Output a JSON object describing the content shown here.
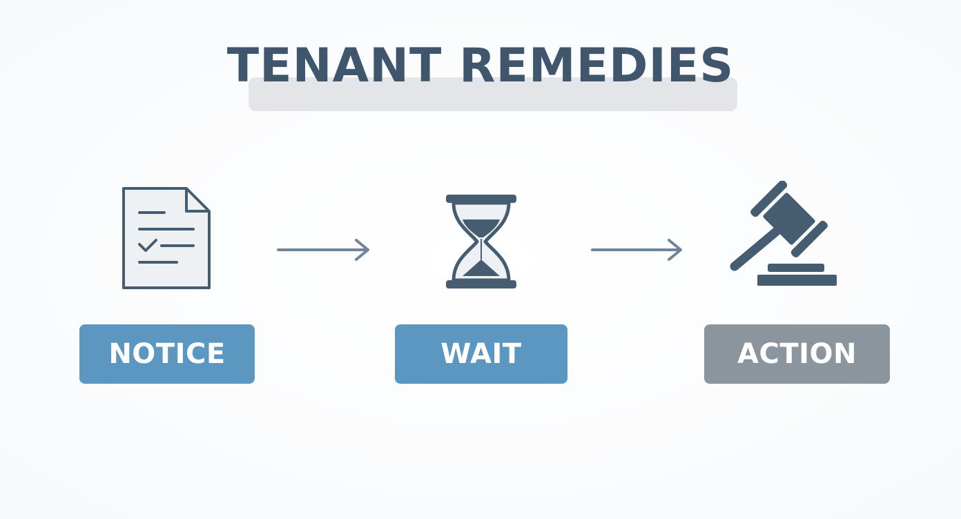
{
  "title": "TENANT REMEDIES",
  "steps": [
    {
      "label": "NOTICE",
      "icon": "document-checklist-icon",
      "color": "#5b97c0"
    },
    {
      "label": "WAIT",
      "icon": "hourglass-icon",
      "color": "#5b97c0"
    },
    {
      "label": "ACTION",
      "icon": "gavel-icon",
      "color": "#8b959e"
    }
  ],
  "colors": {
    "title": "#3f566c",
    "icon": "#455c71",
    "arrow": "#6f8597",
    "title_highlight": "#e3e5e8"
  }
}
